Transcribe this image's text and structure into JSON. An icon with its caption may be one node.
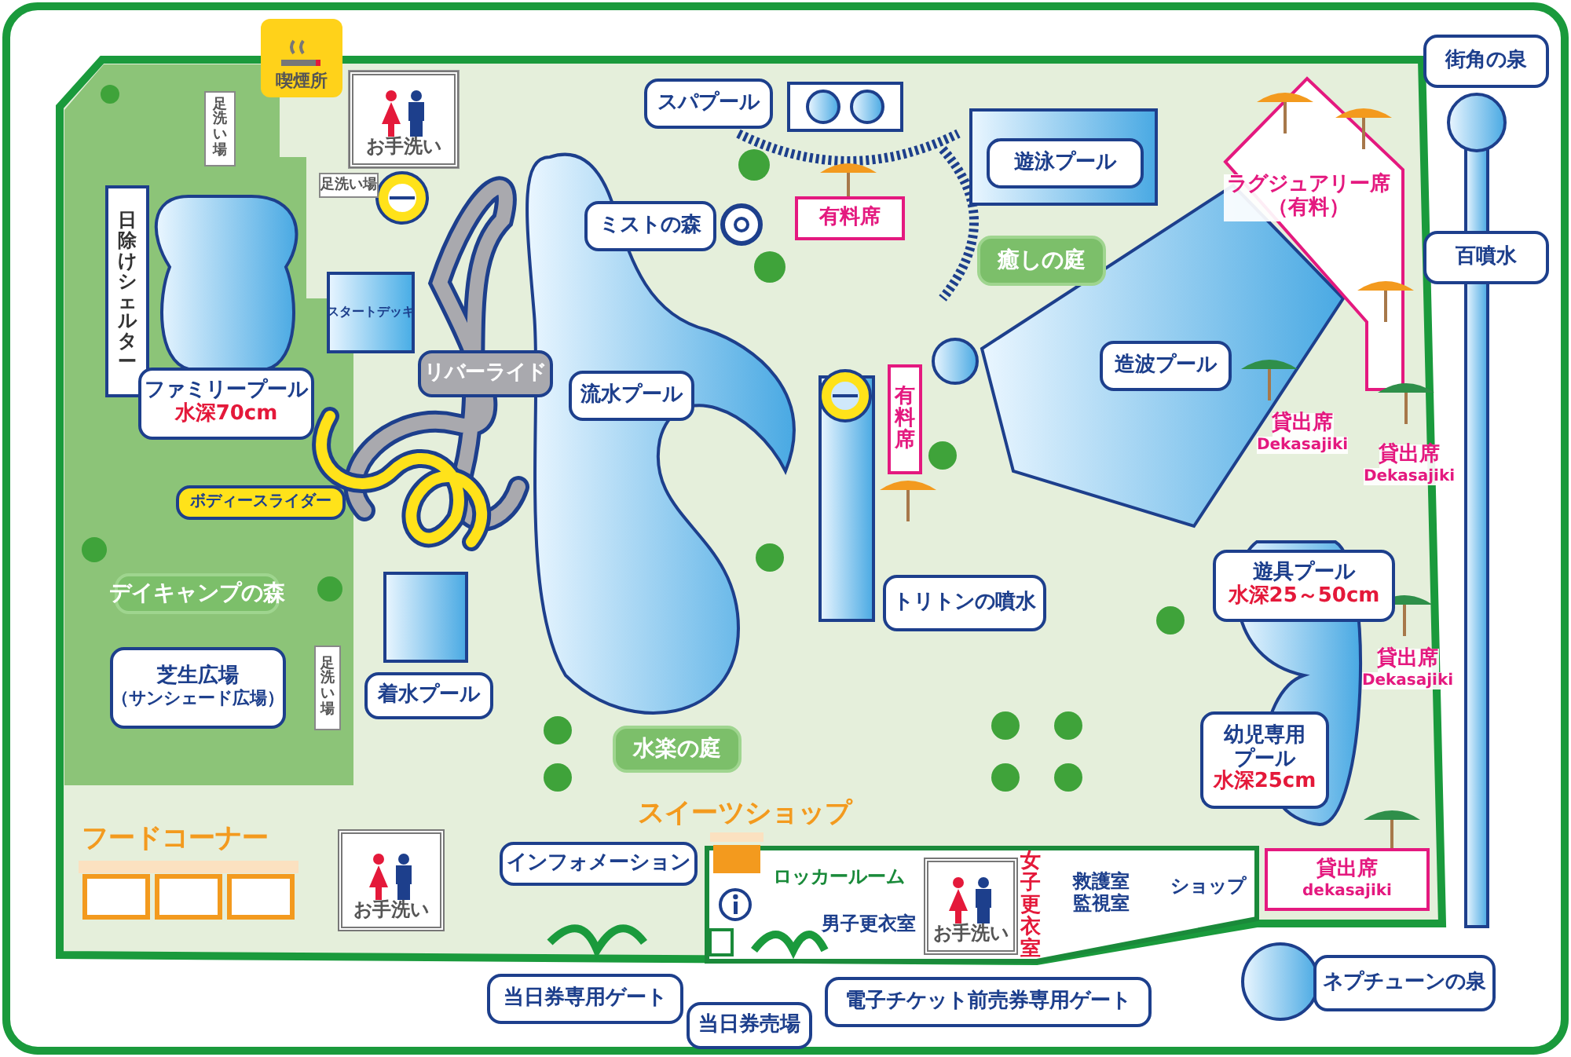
{
  "diagram": {
    "nodes": [
      {
        "text": [
          "喫煙所"
        ]
      },
      {
        "text": [
          "お手洗い"
        ]
      },
      {
        "text": [
          "足洗い場"
        ]
      },
      {
        "text": [
          "足洗い場"
        ]
      },
      {
        "text": [
          "日除けシェルター"
        ]
      },
      {
        "text": [
          "ファミリープール",
          "水深70cm"
        ]
      },
      {
        "text": [
          "スタートデッキ"
        ]
      },
      {
        "text": [
          "リバーライド"
        ]
      },
      {
        "text": [
          "ボディースライダー"
        ]
      },
      {
        "text": [
          "デイキャンプの森"
        ]
      },
      {
        "text": [
          "芝生広場",
          "（サンシェード広場）"
        ]
      },
      {
        "text": [
          "足洗い場"
        ]
      },
      {
        "text": [
          "着水プール"
        ]
      },
      {
        "text": [
          "お手洗い"
        ]
      },
      {
        "text": [
          "スパプール"
        ]
      },
      {
        "text": [
          "ミストの森"
        ]
      },
      {
        "text": [
          "有料席"
        ]
      },
      {
        "text": [
          "流水プール"
        ]
      },
      {
        "text": [
          "有料席"
        ]
      },
      {
        "text": [
          "トリトンの噴水"
        ]
      },
      {
        "text": [
          "遊泳プール"
        ]
      },
      {
        "text": [
          "癒しの庭"
        ]
      },
      {
        "text": [
          "造波プール"
        ]
      },
      {
        "text": [
          "ラグジュアリー席（有料）"
        ]
      },
      {
        "text": [
          "貸出席",
          "Dekasajiki"
        ]
      },
      {
        "text": [
          "貸出席",
          "Dekasajiki"
        ]
      },
      {
        "text": [
          "遊具プール",
          "水深25～50cm"
        ]
      },
      {
        "text": [
          "貸出席",
          "Dekasajiki"
        ]
      },
      {
        "text": [
          "幼児専用プール",
          "水深25cm"
        ]
      },
      {
        "text": [
          "貸出席",
          "dekasajiki"
        ]
      },
      {
        "text": [
          "水楽の庭"
        ]
      },
      {
        "text": [
          "インフォメーション"
        ]
      },
      {
        "text": [
          "ロッカールーム"
        ]
      },
      {
        "text": [
          "男子更衣室"
        ]
      },
      {
        "text": [
          "お手洗い"
        ]
      },
      {
        "text": [
          "女子更衣室"
        ]
      },
      {
        "text": [
          "救護室",
          "監視室"
        ]
      },
      {
        "text": [
          "ショップ"
        ]
      },
      {
        "text": [
          "当日券専用ゲート"
        ]
      },
      {
        "text": [
          "当日券売場"
        ]
      },
      {
        "text": [
          "電子チケット前売券専用ゲート"
        ]
      },
      {
        "text": [
          "街角の泉"
        ]
      },
      {
        "text": [
          "百噴水"
        ]
      },
      {
        "text": [
          "ネプチューンの泉"
        ]
      }
    ],
    "labels": [
      "フードコーナー",
      "スイーツショップ"
    ]
  }
}
